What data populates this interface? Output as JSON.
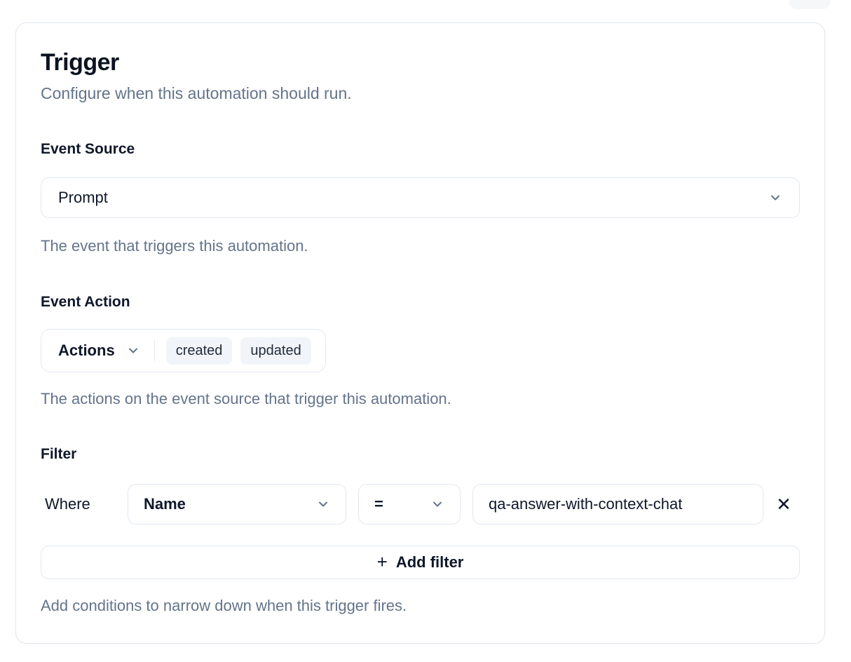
{
  "card": {
    "title": "Trigger",
    "subtitle": "Configure when this automation should run."
  },
  "event_source": {
    "label": "Event Source",
    "selected": "Prompt",
    "helper": "The event that triggers this automation."
  },
  "event_action": {
    "label": "Event Action",
    "dropdown_label": "Actions",
    "chips": [
      "created",
      "updated"
    ],
    "helper": "The actions on the event source that trigger this automation."
  },
  "filter": {
    "label": "Filter",
    "where_label": "Where",
    "field_selected": "Name",
    "operator_selected": "=",
    "value": "qa-answer-with-context-chat",
    "add_button_label": "Add filter",
    "helper": "Add conditions to narrow down when this trigger fires."
  },
  "icons": {
    "chevron_down": "⌄",
    "plus": "+",
    "close": "✕"
  },
  "colors": {
    "border": "#e2e8f0",
    "text": "#0f172a",
    "muted": "#64748b",
    "chip_bg": "#f1f5f9"
  }
}
